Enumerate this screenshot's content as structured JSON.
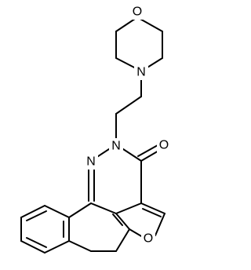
{
  "structure": {
    "atoms": {
      "morpholine_oxygen": "O",
      "morpholine_nitrogen": "N",
      "ring_nitrogen_substituted": "N",
      "ring_nitrogen_imine": "N",
      "carbonyl_oxygen": "O",
      "furan_oxygen": "O"
    }
  }
}
